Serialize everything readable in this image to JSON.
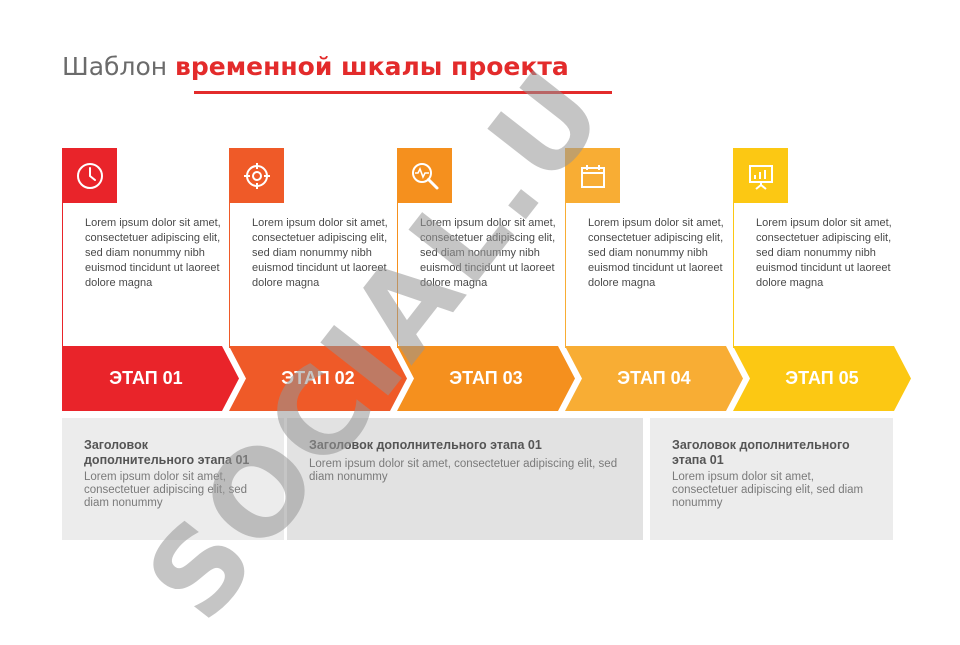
{
  "title": {
    "light": "Шаблон ",
    "bold": "временной шкалы проекта"
  },
  "colors": {
    "accent": "#e32b2b",
    "stage1": "#e9242a",
    "stage2": "#ef5a28",
    "stage3": "#f5901e",
    "stage4": "#f8ad34",
    "stage5": "#fcc813"
  },
  "cards": [
    {
      "icon": "clock-icon",
      "text": "Lorem ipsum dolor sit amet, consectetuer adipiscing elit, sed diam nonummy nibh euismod tincidunt ut laoreet dolore magna"
    },
    {
      "icon": "target-icon",
      "text": "Lorem ipsum dolor sit amet, consectetuer adipiscing elit, sed diam nonummy nibh euismod tincidunt ut laoreet dolore magna"
    },
    {
      "icon": "magnifier-pulse-icon",
      "text": "Lorem ipsum dolor sit amet, consectetuer adipiscing elit, sed diam nonummy nibh euismod tincidunt ut laoreet dolore magna"
    },
    {
      "icon": "calendar-icon",
      "text": "Lorem ipsum dolor sit amet, consectetuer adipiscing elit, sed diam nonummy nibh euismod tincidunt ut laoreet dolore magna"
    },
    {
      "icon": "presentation-board-icon",
      "text": "Lorem ipsum dolor sit amet, consectetuer adipiscing elit, sed diam nonummy nibh euismod tincidunt ut laoreet dolore magna"
    }
  ],
  "stages": [
    "ЭТАП 01",
    "ЭТАП 02",
    "ЭТАП 03",
    "ЭТАП 04",
    "ЭТАП 05"
  ],
  "panels": [
    {
      "heading_1": "Заголовок",
      "heading_2": "дополнительного этапа 01",
      "body_1": "Lorem ipsum dolor sit amet,",
      "body_2": "consectetuer adipiscing elit, sed",
      "body_3": "diam nonummy"
    },
    {
      "heading_1": "Заголовок дополнительного этапа 01",
      "body_1": "Lorem ipsum dolor sit amet, consectetuer adipiscing elit, sed",
      "body_2": "diam nonummy"
    },
    {
      "heading_1": "Заголовок дополнительного",
      "heading_2": "этапа 01",
      "body_1": "Lorem ipsum dolor sit amet,",
      "body_2": "consectetuer adipiscing elit, sed diam",
      "body_3": "nonummy"
    }
  ],
  "watermark": "SOCIAL.U"
}
